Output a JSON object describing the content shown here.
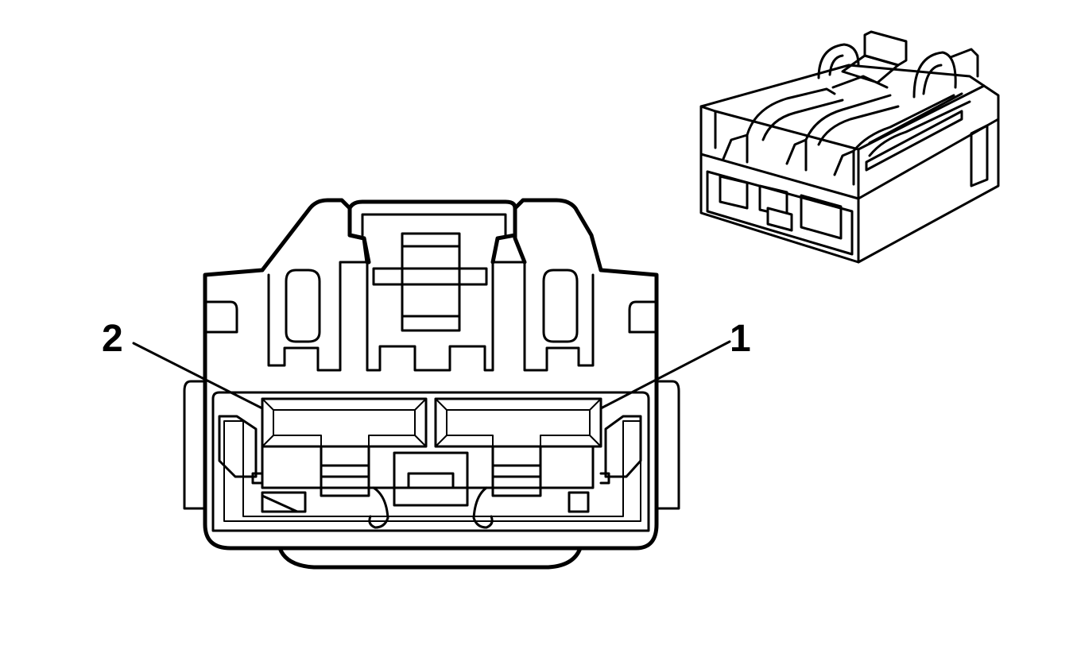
{
  "callouts": [
    {
      "id": "pin-2",
      "text": "2"
    },
    {
      "id": "pin-1",
      "text": "1"
    }
  ],
  "colors": {
    "line": "#000000",
    "background": "#ffffff"
  }
}
